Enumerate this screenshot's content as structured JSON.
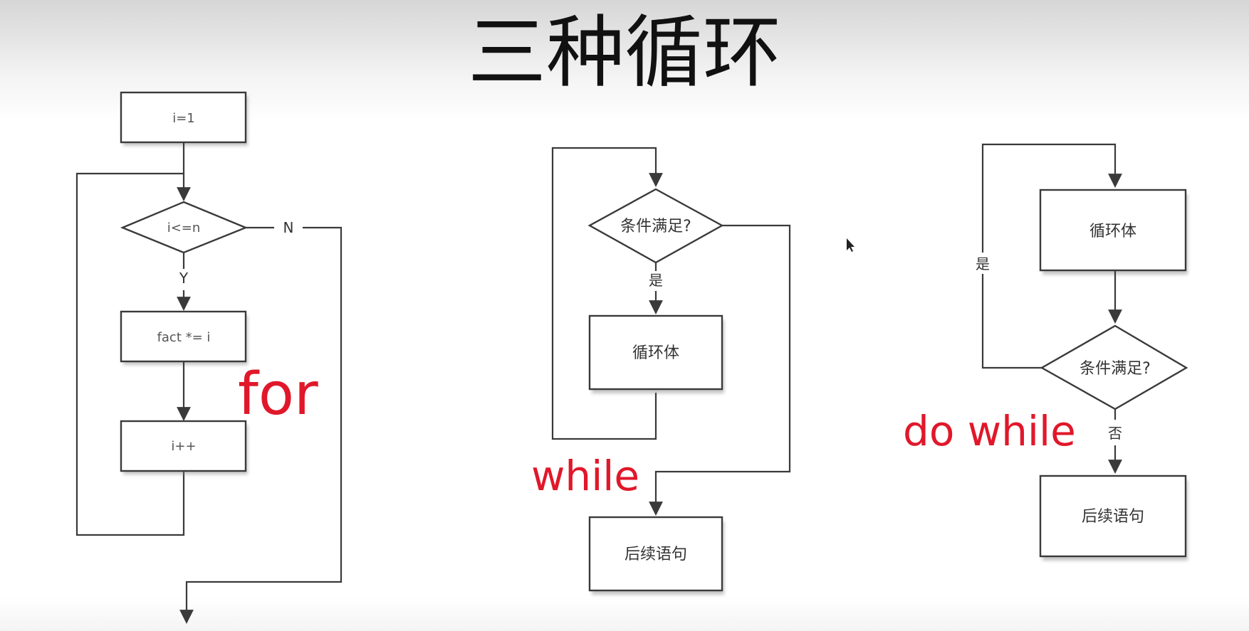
{
  "title": "三种循环",
  "loop_labels": {
    "for": "for",
    "while": "while",
    "do_while": "do while"
  },
  "for_diagram": {
    "init": "i=1",
    "condition": "i<=n",
    "yes": "Y",
    "no": "N",
    "body": "fact *= i",
    "step": "i++"
  },
  "while_diagram": {
    "condition": "条件满足?",
    "yes": "是",
    "body": "循环体",
    "next": "后续语句"
  },
  "do_while_diagram": {
    "body": "循环体",
    "condition": "条件满足?",
    "yes": "是",
    "no": "否",
    "next": "后续语句"
  },
  "colors": {
    "label_red": "#e0182a",
    "line": "#3a3a3a"
  }
}
